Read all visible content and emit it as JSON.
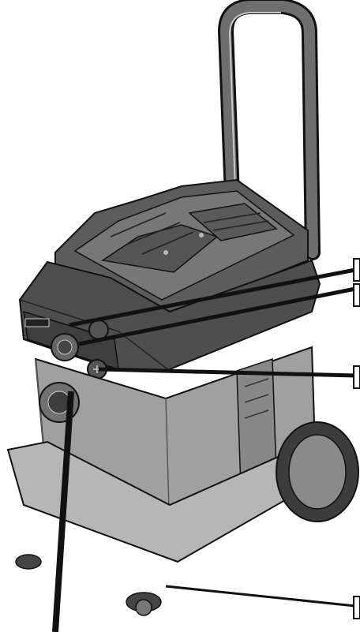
{
  "figure": {
    "description_free": true,
    "callouts": [
      {
        "id": "callout-1",
        "label": ""
      },
      {
        "id": "callout-2",
        "label": ""
      },
      {
        "id": "callout-3",
        "label": ""
      },
      {
        "id": "callout-4",
        "label": ""
      },
      {
        "id": "callout-5",
        "label": ""
      }
    ]
  },
  "colors": {
    "body_dark": "#5a5a5a",
    "body_mid": "#8c8c8c",
    "body_light": "#a8a8a8",
    "lid_top": "#6e6e6e",
    "outline": "#111111",
    "highlight": "#d9d9d9",
    "background": "#ffffff"
  }
}
